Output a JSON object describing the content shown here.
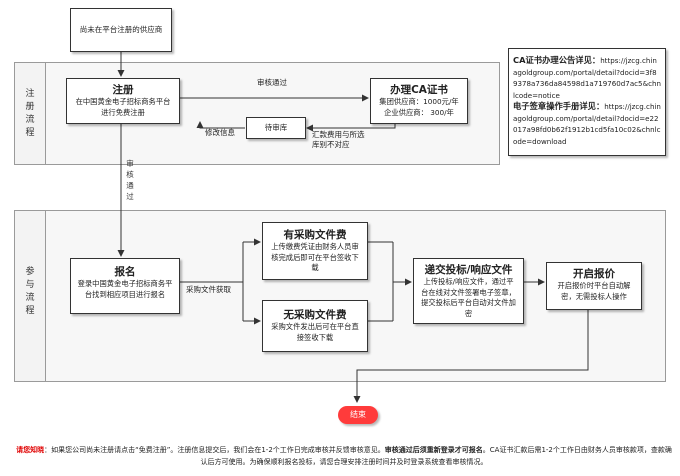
{
  "start_node": "尚未在平台注册的供应商",
  "lanes": {
    "register": "注册流程",
    "participate": "参与流程"
  },
  "register_box": {
    "title": "注册",
    "desc": "在中国黄金电子招标商务平台进行免费注册"
  },
  "ca_box": {
    "title": "办理CA证书",
    "line1": "集团供应商：1000元/年",
    "line2": "企业供应商：  300/年"
  },
  "pending_box": "待审库",
  "edge_labels": {
    "approved_top": "审核通过",
    "modify": "修改信息",
    "mismatch": "汇款费用与所选库别不对应",
    "approved_down": "审核通过",
    "get_docs": "采购文件获取"
  },
  "info_box": {
    "ca_title": "CA证书办理公告详见：",
    "ca_url": "https://jzcg.chinagoldgroup.com/portal/detail?docid=3f89378a736da84598d1a719760d7ac5&chnlcode=notice",
    "manual_title": "电子签章操作手册详见：",
    "manual_url": "https://jzcg.chinagoldgroup.com/portal/detail?docid=e22017a98fd0b62f1912b1cd5fa10c02&chnlcode=download"
  },
  "signup_box": {
    "title": "报名",
    "desc": "登录中国黄金电子招标商务平台找到相应项目进行报名"
  },
  "paid_box": {
    "title": "有采购文件费",
    "desc": "上传缴费凭证由财务人员审核完成后即可在平台签收下载"
  },
  "free_box": {
    "title": "无采购文件费",
    "desc": "采购文件发出后可在平台直接签收下载"
  },
  "submit_box": {
    "title": "递交投标/响应文件",
    "desc": "上传投标/响应文件，通过平台在线对文件签署电子签章，提交投标后平台自动对文件加密"
  },
  "open_box": {
    "title": "开启报价",
    "desc": "开启报价时平台自动解密，无需投标人操作"
  },
  "end_node": "结束",
  "footer": {
    "tip_label": "请您知晓",
    "text1": "：如果您公司尚未注册请点击“免费注册”。注册信息提交后，我们会在1-2个工作日完成审核并反馈审核意见。",
    "bold": "审核通过后须重新登录才可报名",
    "text2": "。CA证书汇款后需1-2个工作日由财务人员审核款项，查款确认后方可使用。为确保顺利报名投标，请您合理安排注册时间并及时登录系统查看审核情况。"
  }
}
